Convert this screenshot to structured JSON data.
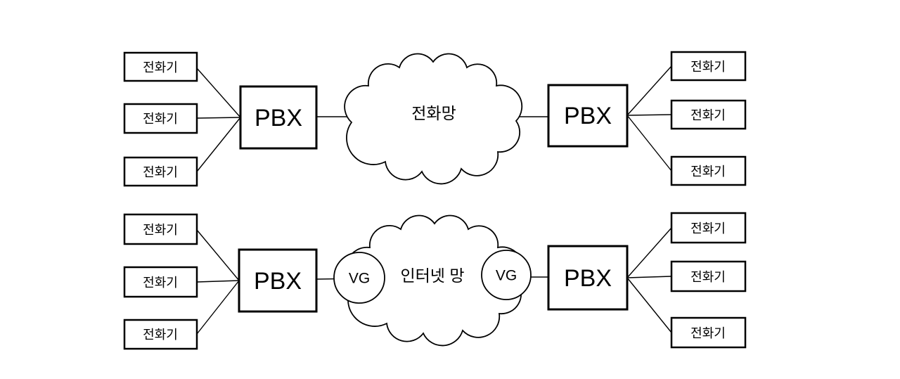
{
  "canvas": {
    "background_color": "#ffffff",
    "line_color": "#000000"
  },
  "pstn_diagram": {
    "left_phones": [
      "전화기",
      "전화기",
      "전화기"
    ],
    "left_pbx_label": "PBX",
    "cloud_label": "전화망",
    "right_pbx_label": "PBX",
    "right_phones": [
      "전화기",
      "전화기",
      "전화기"
    ]
  },
  "voip_diagram": {
    "left_phones": [
      "전화기",
      "전화기",
      "전화기"
    ],
    "left_pbx_label": "PBX",
    "left_vg_label": "VG",
    "cloud_label": "인터넷 망",
    "right_vg_label": "VG",
    "right_pbx_label": "PBX",
    "right_phones": [
      "전화기",
      "전화기",
      "전화기"
    ]
  }
}
